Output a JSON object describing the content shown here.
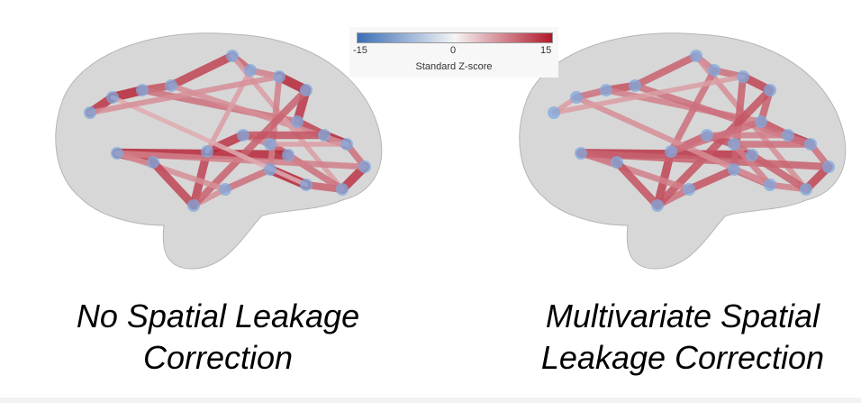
{
  "colors": {
    "brain_fill": "#c9c9c9",
    "node": "#7fa9dd",
    "scale_low": "#3b6fb6",
    "scale_mid": "#f5f5f5",
    "scale_high": "#b2182b"
  },
  "colorbar": {
    "min_label": "-15",
    "mid_label": "0",
    "max_label": "15",
    "title": "Standard Z-score",
    "min": -15,
    "max": 15
  },
  "panels": [
    {
      "caption_line1": "No Spatial Leakage",
      "caption_line2": "Correction",
      "edges": [
        [
          0,
          1,
          13
        ],
        [
          1,
          2,
          14
        ],
        [
          2,
          3,
          11
        ],
        [
          3,
          4,
          12
        ],
        [
          4,
          5,
          10
        ],
        [
          5,
          6,
          8
        ],
        [
          6,
          7,
          14
        ],
        [
          7,
          8,
          13
        ],
        [
          8,
          9,
          12
        ],
        [
          9,
          10,
          14
        ],
        [
          10,
          11,
          9
        ],
        [
          11,
          12,
          13
        ],
        [
          12,
          13,
          10
        ],
        [
          13,
          14,
          14
        ],
        [
          14,
          15,
          9
        ],
        [
          15,
          16,
          7
        ],
        [
          16,
          17,
          12
        ],
        [
          17,
          18,
          13
        ],
        [
          18,
          19,
          8
        ],
        [
          19,
          20,
          11
        ],
        [
          20,
          21,
          14
        ],
        [
          21,
          22,
          12
        ],
        [
          2,
          8,
          9
        ],
        [
          3,
          10,
          7
        ],
        [
          4,
          12,
          6
        ],
        [
          6,
          14,
          8
        ],
        [
          7,
          16,
          10
        ],
        [
          9,
          18,
          11
        ],
        [
          10,
          19,
          6
        ],
        [
          12,
          20,
          9
        ],
        [
          15,
          21,
          7
        ],
        [
          16,
          22,
          12
        ],
        [
          5,
          17,
          6
        ],
        [
          11,
          21,
          8
        ],
        [
          1,
          13,
          5
        ],
        [
          0,
          6,
          7
        ]
      ]
    },
    {
      "caption_line1": "Multivariate Spatial",
      "caption_line2": "Leakage Correction",
      "edges": [
        [
          0,
          1,
          6
        ],
        [
          1,
          2,
          9
        ],
        [
          2,
          3,
          11
        ],
        [
          3,
          4,
          10
        ],
        [
          4,
          5,
          8
        ],
        [
          5,
          6,
          9
        ],
        [
          6,
          7,
          12
        ],
        [
          7,
          8,
          10
        ],
        [
          8,
          9,
          11
        ],
        [
          9,
          10,
          13
        ],
        [
          10,
          11,
          9
        ],
        [
          11,
          12,
          12
        ],
        [
          12,
          13,
          8
        ],
        [
          13,
          14,
          10
        ],
        [
          14,
          15,
          11
        ],
        [
          15,
          16,
          9
        ],
        [
          16,
          17,
          12
        ],
        [
          17,
          18,
          10
        ],
        [
          18,
          19,
          11
        ],
        [
          19,
          20,
          9
        ],
        [
          20,
          21,
          13
        ],
        [
          21,
          22,
          10
        ],
        [
          2,
          8,
          8
        ],
        [
          3,
          10,
          9
        ],
        [
          4,
          12,
          7
        ],
        [
          6,
          14,
          10
        ],
        [
          7,
          16,
          11
        ],
        [
          9,
          18,
          8
        ],
        [
          10,
          19,
          9
        ],
        [
          12,
          20,
          10
        ],
        [
          15,
          21,
          8
        ],
        [
          16,
          22,
          11
        ],
        [
          5,
          17,
          9
        ],
        [
          11,
          21,
          10
        ],
        [
          1,
          13,
          7
        ],
        [
          0,
          6,
          6
        ],
        [
          8,
          17,
          9
        ],
        [
          13,
          19,
          8
        ]
      ]
    }
  ]
}
